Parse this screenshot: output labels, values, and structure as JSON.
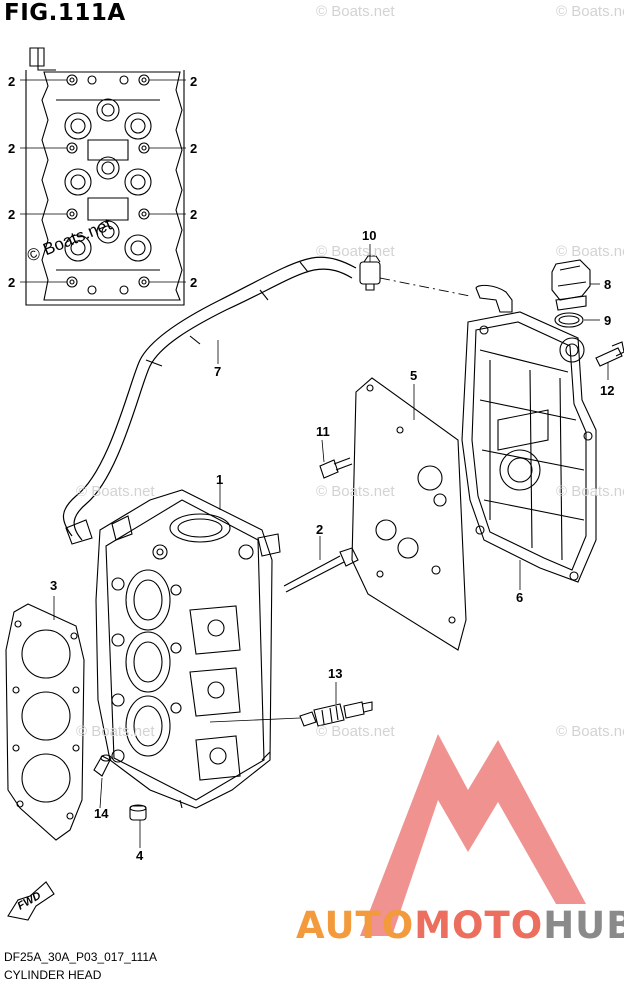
{
  "figure": {
    "title": "FIG.111A",
    "code": "DF25A_30A_P03_017_111A",
    "name": "CYLINDER HEAD"
  },
  "watermark": "© Boats.net",
  "brand": {
    "part1": "AUTO",
    "part2": "MOTO",
    "part3": "HUB"
  },
  "parts": {
    "p1": "1",
    "p2": "2",
    "p3": "3",
    "p4": "4",
    "p5": "5",
    "p6": "6",
    "p7": "7",
    "p8": "8",
    "p9": "9",
    "p10": "10",
    "p11": "11",
    "p12": "12",
    "p13": "13",
    "p14": "14"
  },
  "fwd": "FWD"
}
